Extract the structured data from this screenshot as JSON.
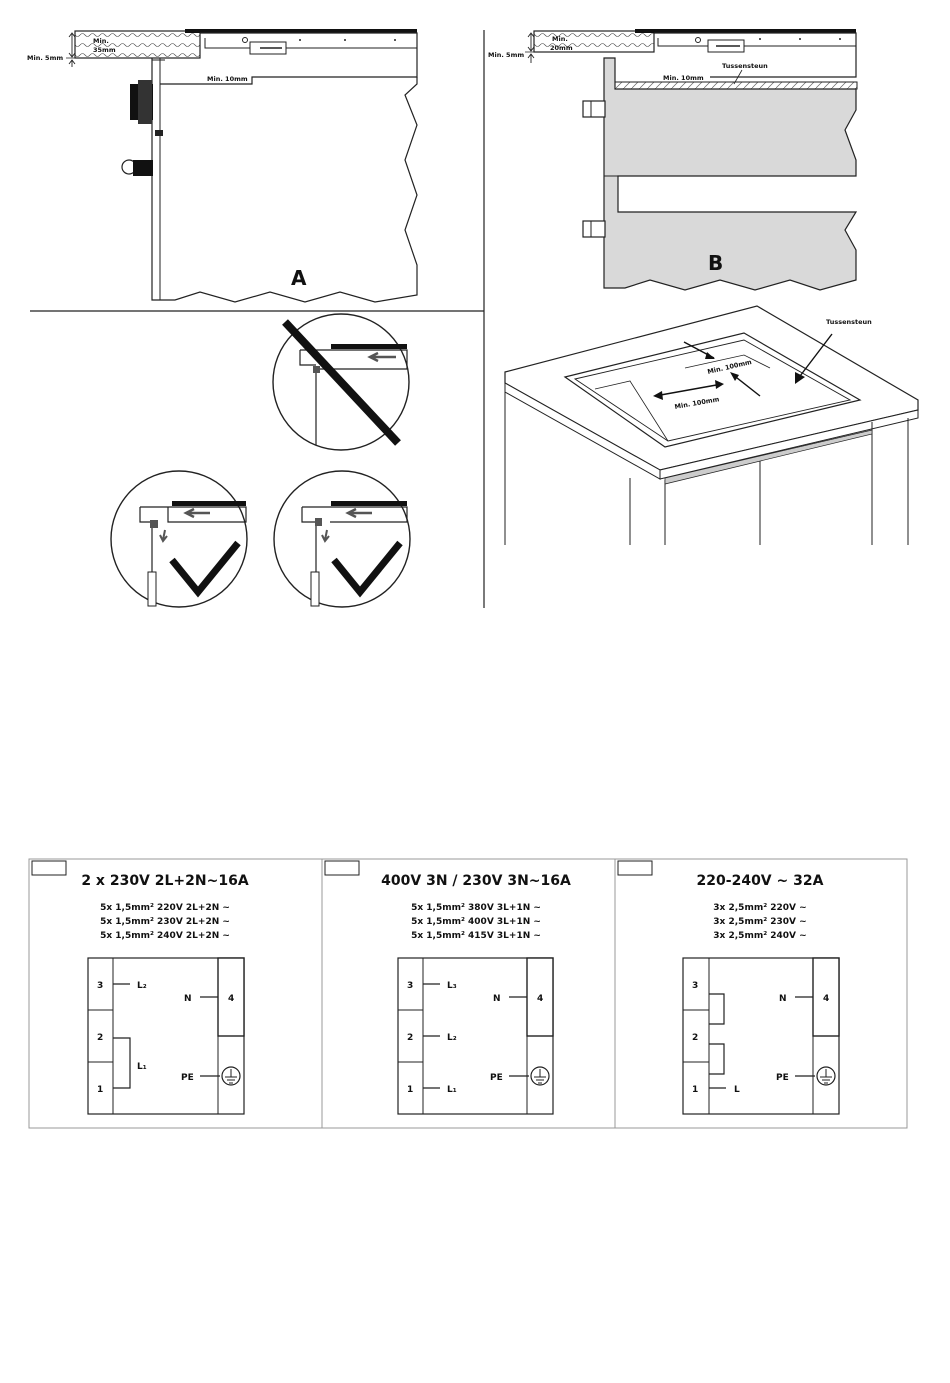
{
  "panel_a": {
    "label": "A",
    "min_35mm": "Min.\n35mm",
    "min_5mm": "Min. 5mm",
    "min_10mm": "Min. 10mm"
  },
  "panel_b": {
    "label": "B",
    "min_20mm": "Min.\n20mm",
    "min_5mm": "Min. 5mm",
    "min_10mm": "Min. 10mm",
    "tussensteun": "Tussensteun"
  },
  "panel_c": {
    "tussensteun": "Tussensteun",
    "min_100mm_1": "Min. 100mm",
    "min_100mm_2": "Min. 100mm"
  },
  "wiring": [
    {
      "title": "2 x 230V 2L+2N~16A",
      "specs": [
        "5x 1,5mm² 220V 2L+2N ~",
        "5x 1,5mm² 230V 2L+2N ~",
        "5x 1,5mm² 240V 2L+2N ~"
      ],
      "terminals": [
        "3",
        "2",
        "1"
      ],
      "lines": [
        "L₂",
        "L₁"
      ],
      "neutral": "N",
      "neutral_num": "4",
      "pe": "PE"
    },
    {
      "title": "400V 3N / 230V 3N~16A",
      "specs": [
        "5x 1,5mm² 380V 3L+1N ~",
        "5x 1,5mm² 400V 3L+1N ~",
        "5x 1,5mm² 415V 3L+1N ~"
      ],
      "terminals": [
        "3",
        "2",
        "1"
      ],
      "lines": [
        "L₃",
        "L₂",
        "L₁"
      ],
      "neutral": "N",
      "neutral_num": "4",
      "pe": "PE"
    },
    {
      "title": "220-240V ~ 32A",
      "specs": [
        "3x 2,5mm² 220V ~",
        "3x 2,5mm² 230V ~",
        "3x 2,5mm² 240V ~"
      ],
      "terminals": [
        "3",
        "2",
        "1"
      ],
      "lines": [
        "L"
      ],
      "neutral": "N",
      "neutral_num": "4",
      "pe": "PE"
    }
  ]
}
